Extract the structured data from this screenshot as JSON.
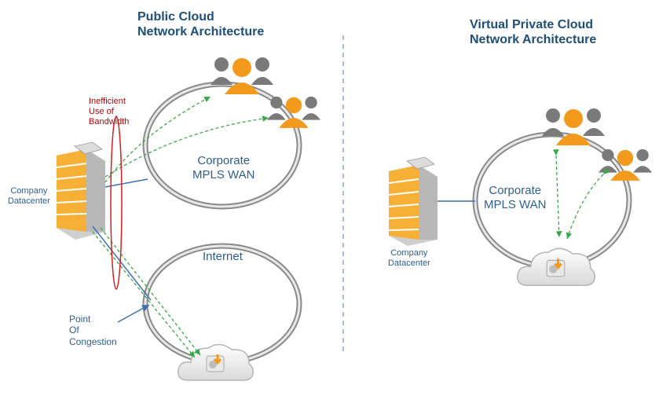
{
  "left_panel": {
    "title_line1": "Public Cloud",
    "title_line2": "Network Architecture",
    "wan_line1": "Corporate",
    "wan_line2": "MPLS WAN",
    "internet_label": "Internet",
    "datacenter_line1": "Company",
    "datacenter_line2": "Datacenter",
    "inefficient_line1": "Inefficient",
    "inefficient_line2": "Use of",
    "inefficient_line3": "Bandwidth",
    "congestion_line1": "Point",
    "congestion_line2": "Of",
    "congestion_line3": "Congestion"
  },
  "right_panel": {
    "title_line1": "Virtual Private Cloud",
    "title_line2": "Network Architecture",
    "wan_line1": "Corporate",
    "wan_line2": "MPLS WAN",
    "datacenter_line1": "Company",
    "datacenter_line2": "Datacenter"
  },
  "colors": {
    "ring": "#b9b9b9",
    "users_orange": "#f39a1c",
    "users_gray": "#7a7a7a",
    "building_orange": "#f5b035",
    "dashed_green": "#3aa84a",
    "link_blue": "#3e6fb0",
    "red_oval": "#d42020",
    "divider": "#6a8fc0"
  }
}
